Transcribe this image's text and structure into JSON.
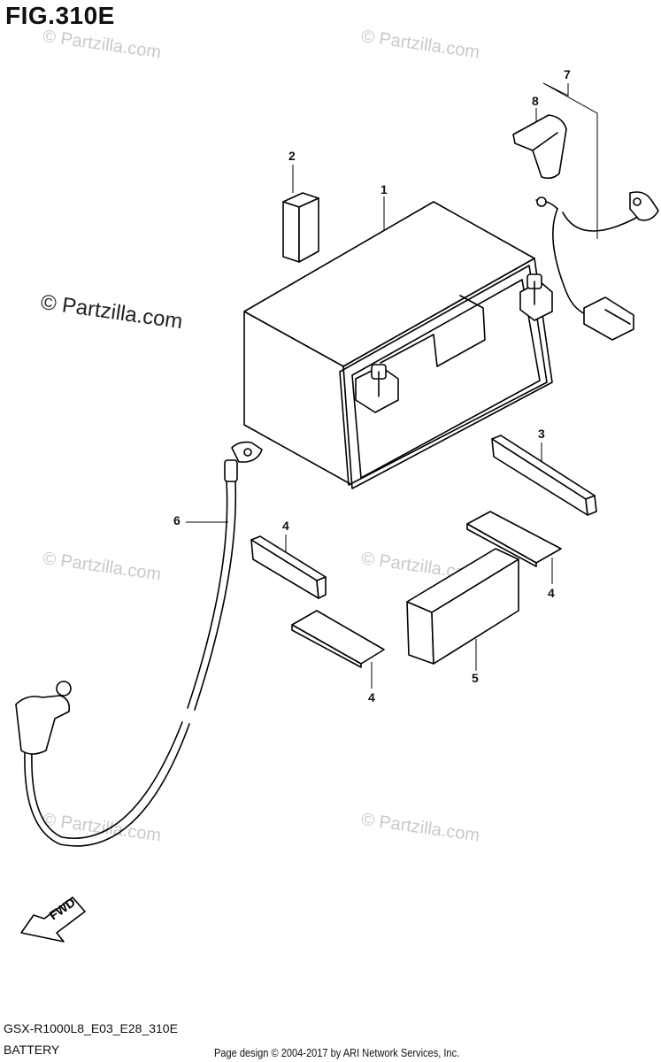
{
  "figure": {
    "title": "FIG.310E"
  },
  "watermark": {
    "text": "© Partzilla.com",
    "prominent_text": "© Partzilla.com"
  },
  "callouts": [
    {
      "id": "1",
      "label": "1"
    },
    {
      "id": "2",
      "label": "2"
    },
    {
      "id": "3",
      "label": "3"
    },
    {
      "id": "4a",
      "label": "4"
    },
    {
      "id": "4b",
      "label": "4"
    },
    {
      "id": "4c",
      "label": "4"
    },
    {
      "id": "5",
      "label": "5"
    },
    {
      "id": "6",
      "label": "6"
    },
    {
      "id": "7",
      "label": "7"
    },
    {
      "id": "8",
      "label": "8"
    }
  ],
  "direction_arrow": {
    "label": "FWD"
  },
  "footer": {
    "model_code": "GSX-R1000L8_E03_E28_310E",
    "section_name": "BATTERY",
    "copyright": "Page design © 2004-2017 by ARI Network Services, Inc."
  }
}
